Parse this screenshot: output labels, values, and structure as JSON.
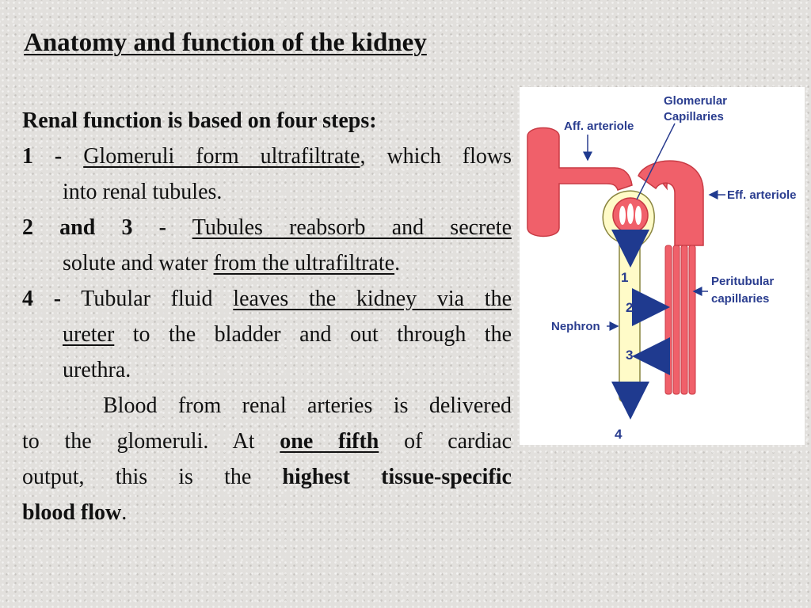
{
  "title": "Anatomy and function of the kidney",
  "intro": "Renal function is based on four steps:",
  "steps": [
    {
      "num": "1 -",
      "link": "Glomeruli form ultrafiltrate",
      "rest": ", which flows",
      "cont": "into renal tubules."
    },
    {
      "num": "2 and 3 -",
      "link": "Tubules reabsorb and secrete",
      "cont_plain": "solute and water ",
      "cont_link": "from the ultrafiltrate",
      "cont_end": "."
    },
    {
      "num": "4 -",
      "plain": "Tubular fluid ",
      "link": "leaves the kidney via the",
      "cont_link": "ureter",
      "cont_plain": " to the bladder and out through the",
      "cont2": "urethra."
    }
  ],
  "paragraph": {
    "line1": "Blood from renal arteries is delivered",
    "line2_a": "to the glomeruli. At ",
    "line2_em": "one fifth",
    "line2_b": " of cardiac",
    "line3_a": "output, this is the ",
    "line3_em": "highest tissue-specific",
    "line4_em": "blood flow",
    "line4_end": "."
  },
  "figure": {
    "labels": {
      "glomerular": "Glomerular",
      "capillaries": "Capillaries",
      "aff": "Aff. arteriole",
      "eff": "Eff. arteriole",
      "peritubular": "Peritubular",
      "peritubular2": "capillaries",
      "nephron": "Nephron"
    },
    "numbers": [
      "1",
      "2",
      "3",
      "4"
    ],
    "colors": {
      "vessel": "#f0606a",
      "vessel_edge": "#c83a44",
      "tubule": "#fffbc8",
      "arrow": "#1f3a8f"
    }
  }
}
